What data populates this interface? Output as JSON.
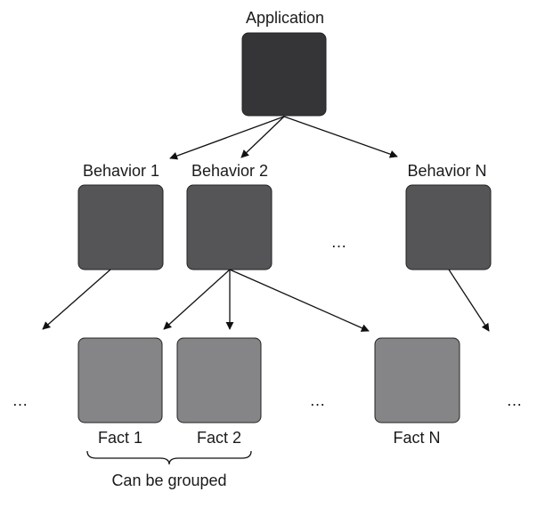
{
  "colors": {
    "application_box": "#353437",
    "behavior_box": "#555558",
    "fact_box": "#858587",
    "stroke": "#111111",
    "text": "#1a1a1a"
  },
  "nodes": {
    "application": {
      "label": "Application"
    },
    "behavior_1": {
      "label": "Behavior 1"
    },
    "behavior_2": {
      "label": "Behavior 2"
    },
    "behavior_n": {
      "label": "Behavior N"
    },
    "fact_1": {
      "label": "Fact 1"
    },
    "fact_2": {
      "label": "Fact 2"
    },
    "fact_n": {
      "label": "Fact N"
    }
  },
  "ellipses": {
    "behavior_row": "…",
    "fact_row_left": "…",
    "fact_row_middle": "…",
    "fact_row_right": "…"
  },
  "grouping": {
    "label": "Can be grouped"
  }
}
